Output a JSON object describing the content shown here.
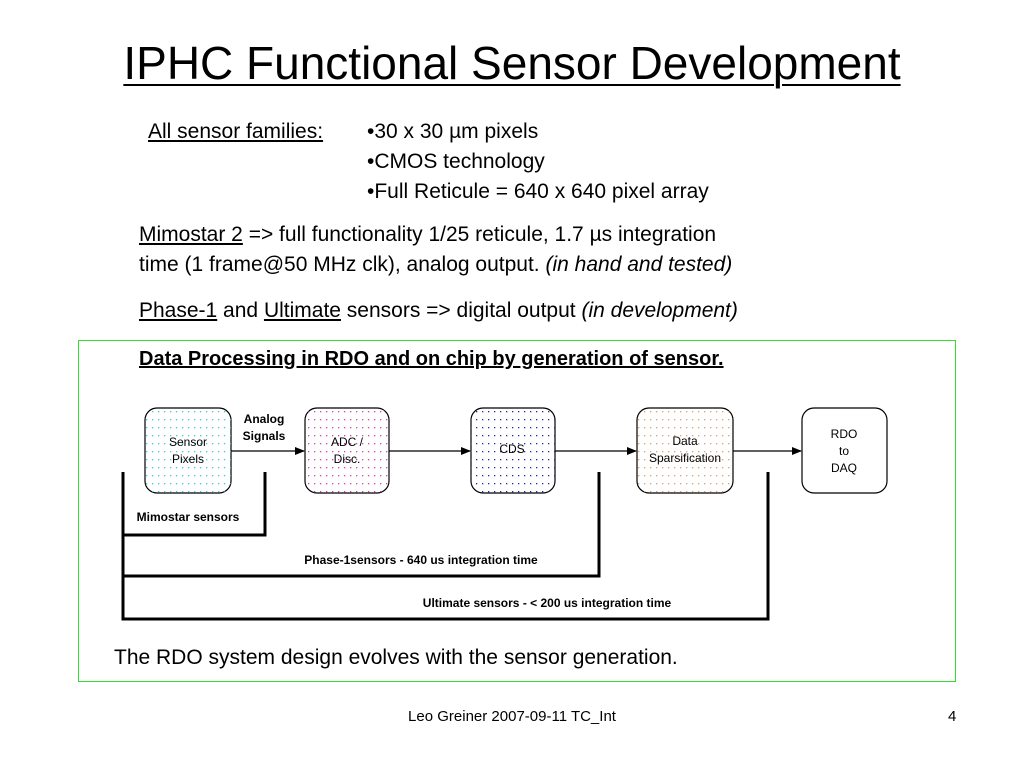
{
  "title": "IPHC Functional Sensor Development",
  "families": {
    "label": "All sensor families:",
    "bullets": [
      "•30 x 30 µm pixels",
      "•CMOS technology",
      "•Full Reticule = 640 x 640 pixel array"
    ]
  },
  "mimostar": {
    "name": "Mimostar 2",
    "line1_rest": " => full functionality 1/25 reticule, 1.7 µs integration",
    "line2": "time (1 frame@50 MHz clk), analog output. ",
    "status": "(in hand and tested)"
  },
  "phase": {
    "name1": "Phase-1",
    "and": " and ",
    "name2": "Ultimate",
    "rest": " sensors => digital output ",
    "status": "(in development)"
  },
  "processing": {
    "heading": "Data Processing in RDO and on chip by generation of sensor.",
    "closing": "The RDO system design evolves with the sensor generation."
  },
  "diagram": {
    "blocks": [
      {
        "lines": [
          "Sensor",
          "Pixels"
        ],
        "dot_color": "#44c8d8"
      },
      {
        "lines": [
          "ADC /",
          "Disc."
        ],
        "dot_color": "#d040c0"
      },
      {
        "lines": [
          "CDS"
        ],
        "dot_color": "#2a2aa0"
      },
      {
        "lines": [
          "Data",
          "Sparsification"
        ],
        "dot_color": "#e0a060"
      },
      {
        "lines": [
          "RDO",
          "to",
          "DAQ"
        ],
        "dot_color": ""
      }
    ],
    "signal_label": [
      "Analog",
      "Signals"
    ],
    "brackets": [
      "Mimostar sensors",
      "Phase-1sensors - 640 us integration time",
      "Ultimate sensors - < 200 us integration time"
    ]
  },
  "footer": {
    "text": "Leo Greiner 2007-09-11 TC_Int",
    "page": "4"
  }
}
